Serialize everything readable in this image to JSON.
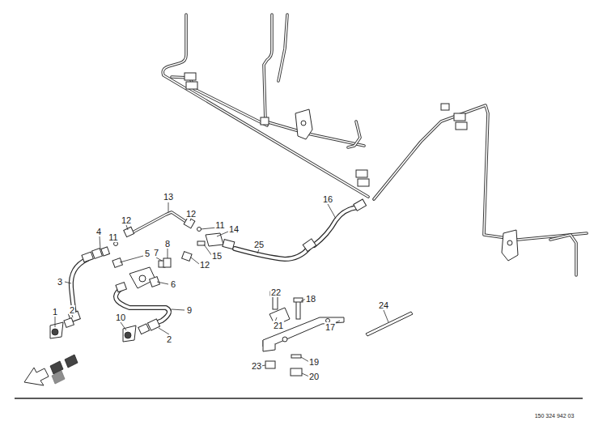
{
  "diagram": {
    "labels": [
      "13",
      "12",
      "12",
      "16",
      "4",
      "11",
      "11",
      "14",
      "25",
      "5",
      "8",
      "7",
      "15",
      "12",
      "3",
      "6",
      "22",
      "18",
      "24",
      "9",
      "1",
      "2",
      "10",
      "2",
      "21",
      "17",
      "19",
      "23",
      "20",
      "150 324 942 03"
    ]
  }
}
